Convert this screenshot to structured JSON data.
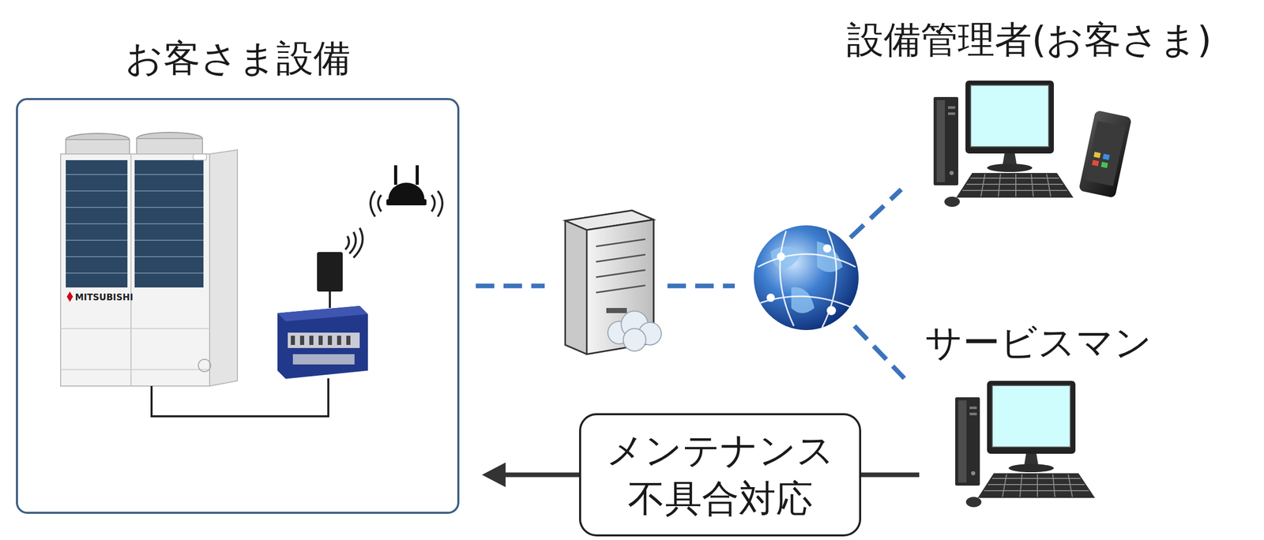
{
  "diagram": {
    "nodes": [
      {
        "text": [
          "お客さま設備"
        ]
      },
      {
        "text": [
          "メンテナンス 不具合対応"
        ]
      }
    ],
    "edges": [
      {
        "from": 1,
        "to": 0,
        "arrow": "to"
      }
    ],
    "labels": [
      "設備管理者(お客さま)",
      "サービスマン",
      "MITSUBISHI"
    ]
  }
}
